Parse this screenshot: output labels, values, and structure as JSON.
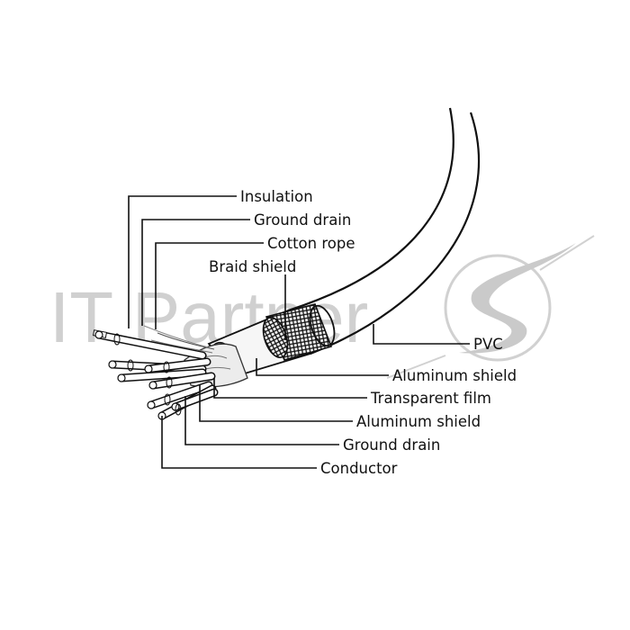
{
  "labels": {
    "insulation": "Insulation",
    "ground_drain_top": "Ground drain",
    "cotton_rope": "Cotton rope",
    "braid_shield": "Braid shield",
    "pvc": "PVC",
    "aluminum_shield_outer": "Aluminum shield",
    "transparent_film": "Transparent film",
    "aluminum_shield_inner": "Aluminum shield",
    "ground_drain_bottom": "Ground drain",
    "conductor": "Conductor"
  },
  "watermark": {
    "text": "IT Partner"
  }
}
